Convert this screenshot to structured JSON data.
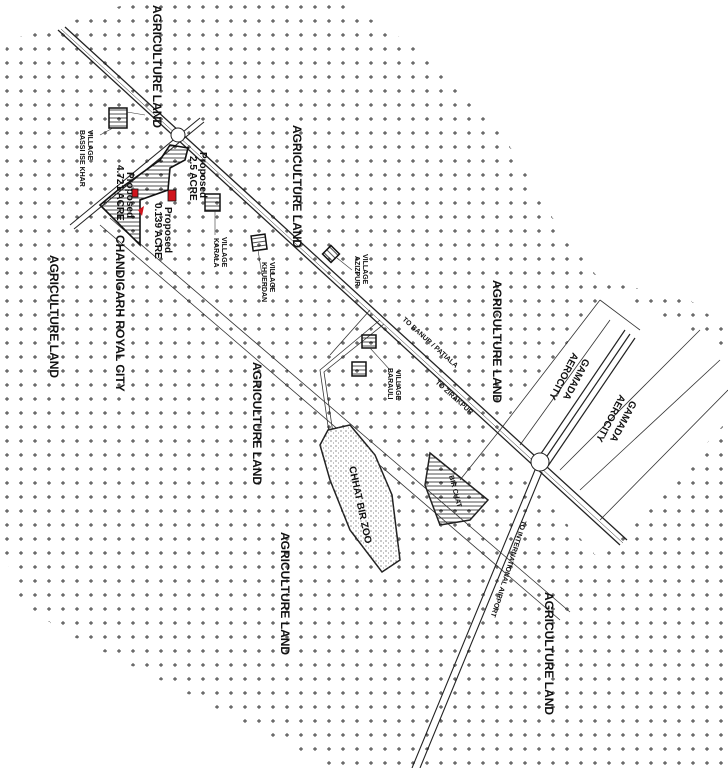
{
  "map": {
    "colors": {
      "land_pattern": "#222222",
      "proposed_site": "#d0141c",
      "background": "#ffffff"
    },
    "labels": {
      "agri_1": "AGRICULTURE LAND",
      "agri_2": "AGRICULTURE LAND",
      "agri_3": "AGRICULTURE LAND",
      "agri_4": "AGRICULTURE LAND",
      "agri_5": "AGRICULTURE LAND",
      "agri_6": "AGRICULTURE LAND",
      "agri_7": "AGRICULTURE LAND",
      "village_bassi_1": "VILLAGE",
      "village_bassi_2": "BASSI ISE KHAR",
      "proposed_a_1": "Proposed",
      "proposed_a_2": "4.721 ACRE",
      "proposed_b_1": "Proposed",
      "proposed_b_2": "2.5 ACRE",
      "proposed_c_1": "Proposed",
      "proposed_c_2": "0.139 ACRE",
      "chandigarh_royal_city": "CHANDIGARH ROYAL CITY",
      "village_karala_1": "VILLAGE",
      "village_karala_2": "KARALA",
      "village_khuerdan_1": "VILLAGE",
      "village_khuerdan_2": "KHUERDAN",
      "village_azizpur_1": "VILLAGE",
      "village_azizpur_2": "AZIZPUR",
      "village_barauli_1": "VILLAGE",
      "village_barauli_2": "BARAULI",
      "to_banur": "TO BANUR / PATIALA",
      "to_zirakpur": "TO ZIRAKPUR",
      "gamada_1a": "GAMADA",
      "gamada_1b": "AEROCITY",
      "gamada_2a": "GAMADA",
      "gamada_2b": "AEROCITY",
      "zoo": "CHHAT BIR ZOO",
      "bir_chat": "BIR CHAT",
      "to_airport": "TO INTERNATIONAL AIRPORT"
    }
  }
}
